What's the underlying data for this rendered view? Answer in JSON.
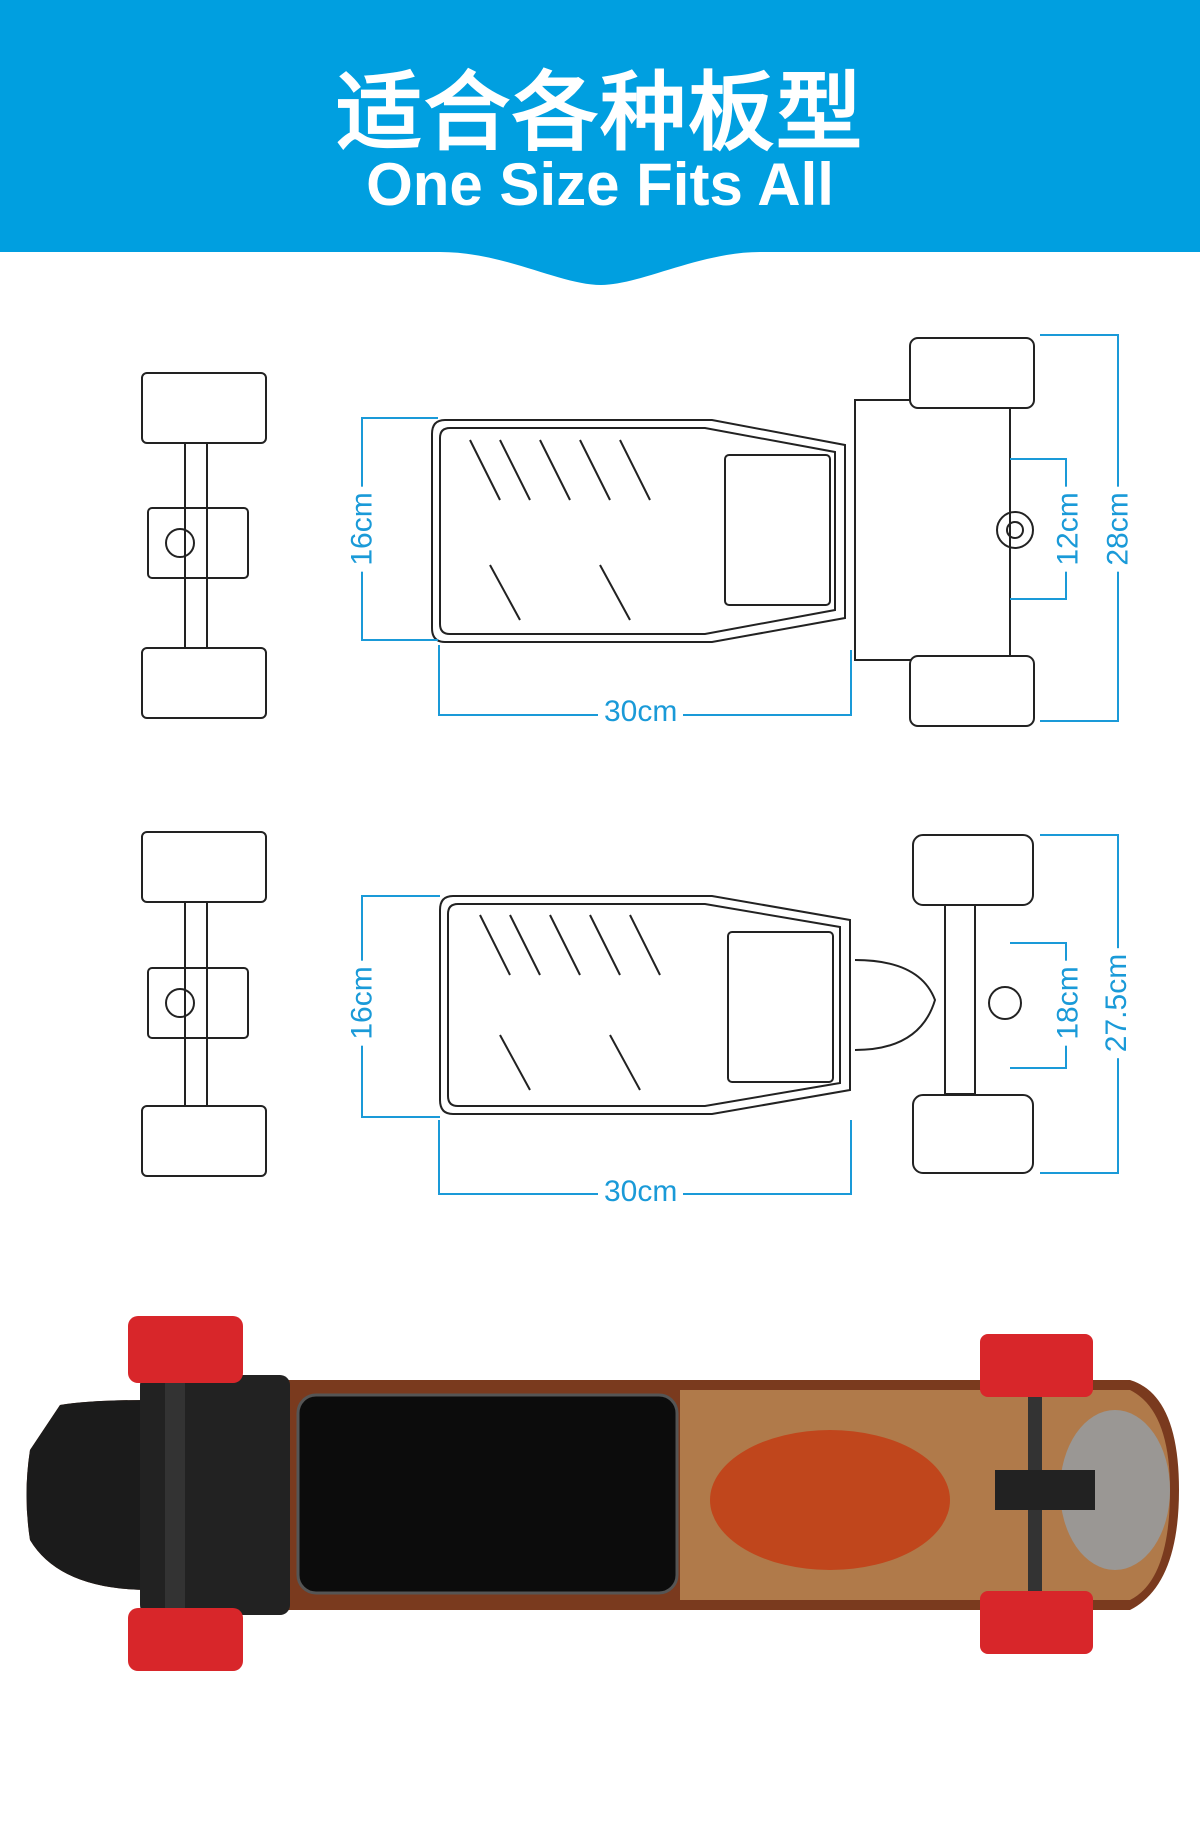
{
  "header": {
    "title_cn": "适合各种板型",
    "title_en": "One Size Fits All",
    "color": "#009fe0"
  },
  "diagram_top": {
    "deck_width": "16cm",
    "mount_length": "30cm",
    "truck_span": "12cm",
    "wheel_span": "28cm"
  },
  "diagram_bottom": {
    "deck_width": "16cm",
    "mount_length": "30cm",
    "truck_span": "18cm",
    "wheel_span": "27.5cm"
  },
  "colors": {
    "dimension": "#1a9ad8",
    "wheel": "#d8262a"
  }
}
